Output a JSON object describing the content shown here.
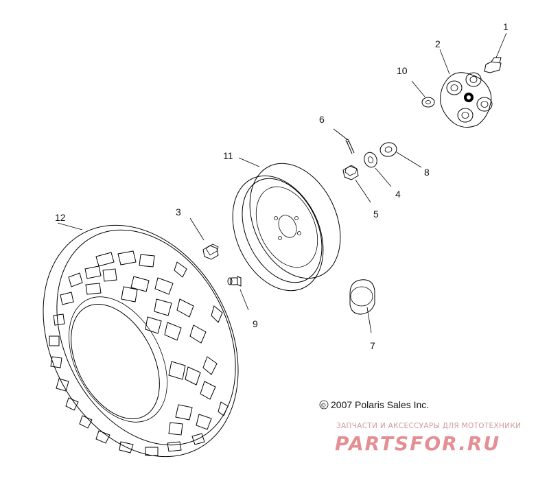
{
  "diagram": {
    "callouts": [
      {
        "id": "1",
        "label": "1"
      },
      {
        "id": "2",
        "label": "2"
      },
      {
        "id": "3",
        "label": "3"
      },
      {
        "id": "4",
        "label": "4"
      },
      {
        "id": "5",
        "label": "5"
      },
      {
        "id": "6",
        "label": "6"
      },
      {
        "id": "7",
        "label": "7"
      },
      {
        "id": "8",
        "label": "8"
      },
      {
        "id": "9",
        "label": "9"
      },
      {
        "id": "10",
        "label": "10"
      },
      {
        "id": "11",
        "label": "11"
      },
      {
        "id": "12",
        "label": "12"
      }
    ],
    "copyright": "2007 Polaris Sales Inc.",
    "copyright_symbol": "©"
  },
  "watermark": {
    "subtitle": "ЗАПЧАСТИ И АКСЕССУАРЫ ДЛЯ МОТОТЕХНИКИ",
    "brand": "PARTSFOR.RU",
    "color": "#e07c82"
  }
}
